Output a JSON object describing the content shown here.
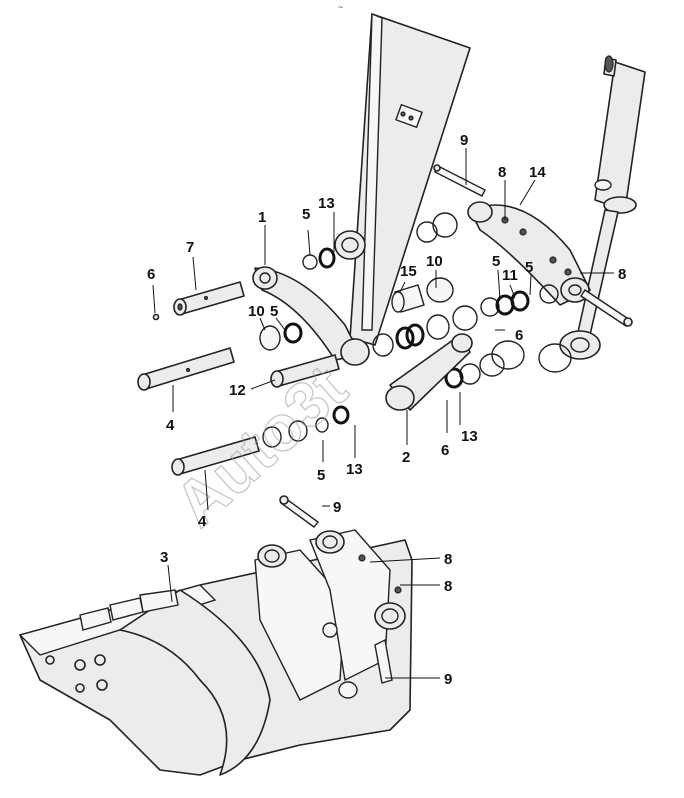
{
  "top_mark": "~",
  "watermark": "Auto3t",
  "callouts": [
    {
      "id": "c1",
      "text": "1"
    },
    {
      "id": "c2",
      "text": "2"
    },
    {
      "id": "c3",
      "text": "3"
    },
    {
      "id": "c4a",
      "text": "4"
    },
    {
      "id": "c4b",
      "text": "4"
    },
    {
      "id": "c5a",
      "text": "5"
    },
    {
      "id": "c5b",
      "text": "5"
    },
    {
      "id": "c5c",
      "text": "5"
    },
    {
      "id": "c5d",
      "text": "5"
    },
    {
      "id": "c5e",
      "text": "5"
    },
    {
      "id": "c6a",
      "text": "6"
    },
    {
      "id": "c6b",
      "text": "6"
    },
    {
      "id": "c6c",
      "text": "6"
    },
    {
      "id": "c7",
      "text": "7"
    },
    {
      "id": "c8a",
      "text": "8"
    },
    {
      "id": "c8b",
      "text": "8"
    },
    {
      "id": "c8c",
      "text": "8"
    },
    {
      "id": "c8d",
      "text": "8"
    },
    {
      "id": "c9a",
      "text": "9"
    },
    {
      "id": "c9b",
      "text": "9"
    },
    {
      "id": "c9c",
      "text": "9"
    },
    {
      "id": "c10a",
      "text": "10"
    },
    {
      "id": "c10b",
      "text": "10"
    },
    {
      "id": "c11",
      "text": "11"
    },
    {
      "id": "c12",
      "text": "12"
    },
    {
      "id": "c13a",
      "text": "13"
    },
    {
      "id": "c13b",
      "text": "13"
    },
    {
      "id": "c13c",
      "text": "13"
    },
    {
      "id": "c14",
      "text": "14"
    },
    {
      "id": "c15",
      "text": "15"
    }
  ]
}
